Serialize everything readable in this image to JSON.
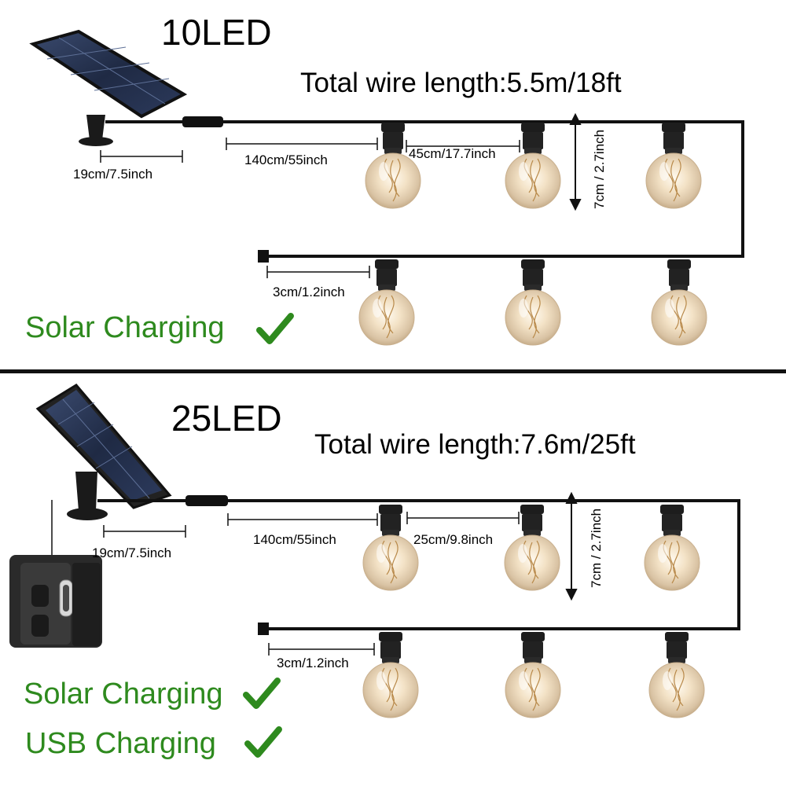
{
  "top": {
    "title": "10LED",
    "total_wire": "Total wire length:5.5m/18ft",
    "dim_panel_stake": "19cm/7.5inch",
    "dim_lead_wire": "140cm/55inch",
    "dim_bulb_spacing": "45cm/17.7inch",
    "dim_drop": "7cm / 2.7inch",
    "dim_end": "3cm/1.2inch",
    "charging": [
      {
        "label": "Solar Charging"
      }
    ]
  },
  "bottom": {
    "title": "25LED",
    "total_wire": "Total wire length:7.6m/25ft",
    "dim_panel_stake": "19cm/7.5inch",
    "dim_lead_wire": "140cm/55inch",
    "dim_bulb_spacing": "25cm/9.8inch",
    "dim_drop": "7cm / 2.7inch",
    "dim_end": "3cm/1.2inch",
    "charging": [
      {
        "label": "Solar Charging"
      },
      {
        "label": "USB Charging"
      }
    ]
  },
  "colors": {
    "wire": "#111111",
    "divider": "#111111",
    "charging_text": "#2e8a1e",
    "check": "#2e8a1e",
    "bulb_glow": "#f6e7cf",
    "socket": "#1d1d1d"
  },
  "icons": [
    "solar-panel-icon",
    "bulb-icon",
    "check-icon",
    "usb-port-icon"
  ]
}
